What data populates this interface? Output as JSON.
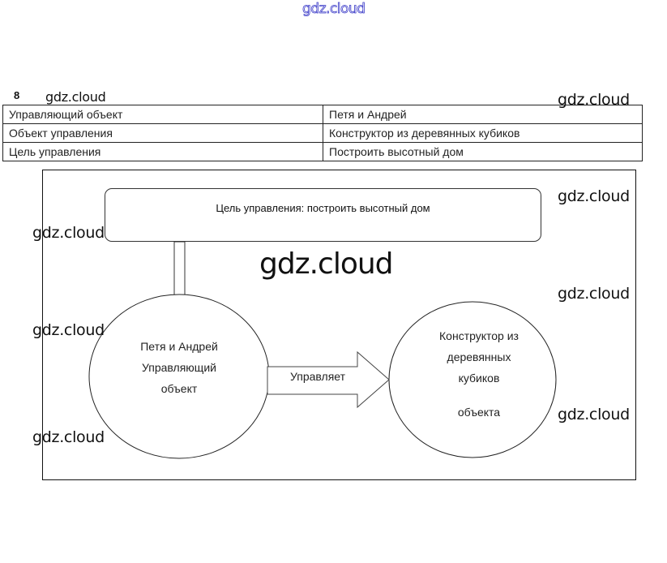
{
  "watermarks": {
    "top": "gdz.cloud",
    "task": "gdz.cloud",
    "right_1": "gdz.cloud",
    "right_2": "gdz.cloud",
    "right_3": "gdz.cloud",
    "right_4": "gdz.cloud",
    "left_1": "gdz.cloud",
    "left_2": "gdz.cloud",
    "left_3": "gdz.cloud",
    "center": "gdz.cloud"
  },
  "task_number": "8",
  "table": {
    "rows": [
      {
        "label": "Управляющий объект",
        "value": "Петя и Андрей"
      },
      {
        "label": "Объект управления",
        "value": "Конструктор из деревянных кубиков"
      },
      {
        "label": "Цель управления",
        "value": "Построить высотный дом"
      }
    ]
  },
  "diagram": {
    "goal_box": "Цель управления: построить высотный дом",
    "left_node": {
      "lines": [
        "Петя и Андрей",
        "Управляющий",
        "объект"
      ]
    },
    "right_node": {
      "lines": [
        "Конструктор из",
        "деревянных",
        "кубиков",
        "объекта"
      ]
    },
    "arrow_label": "Управляет"
  }
}
